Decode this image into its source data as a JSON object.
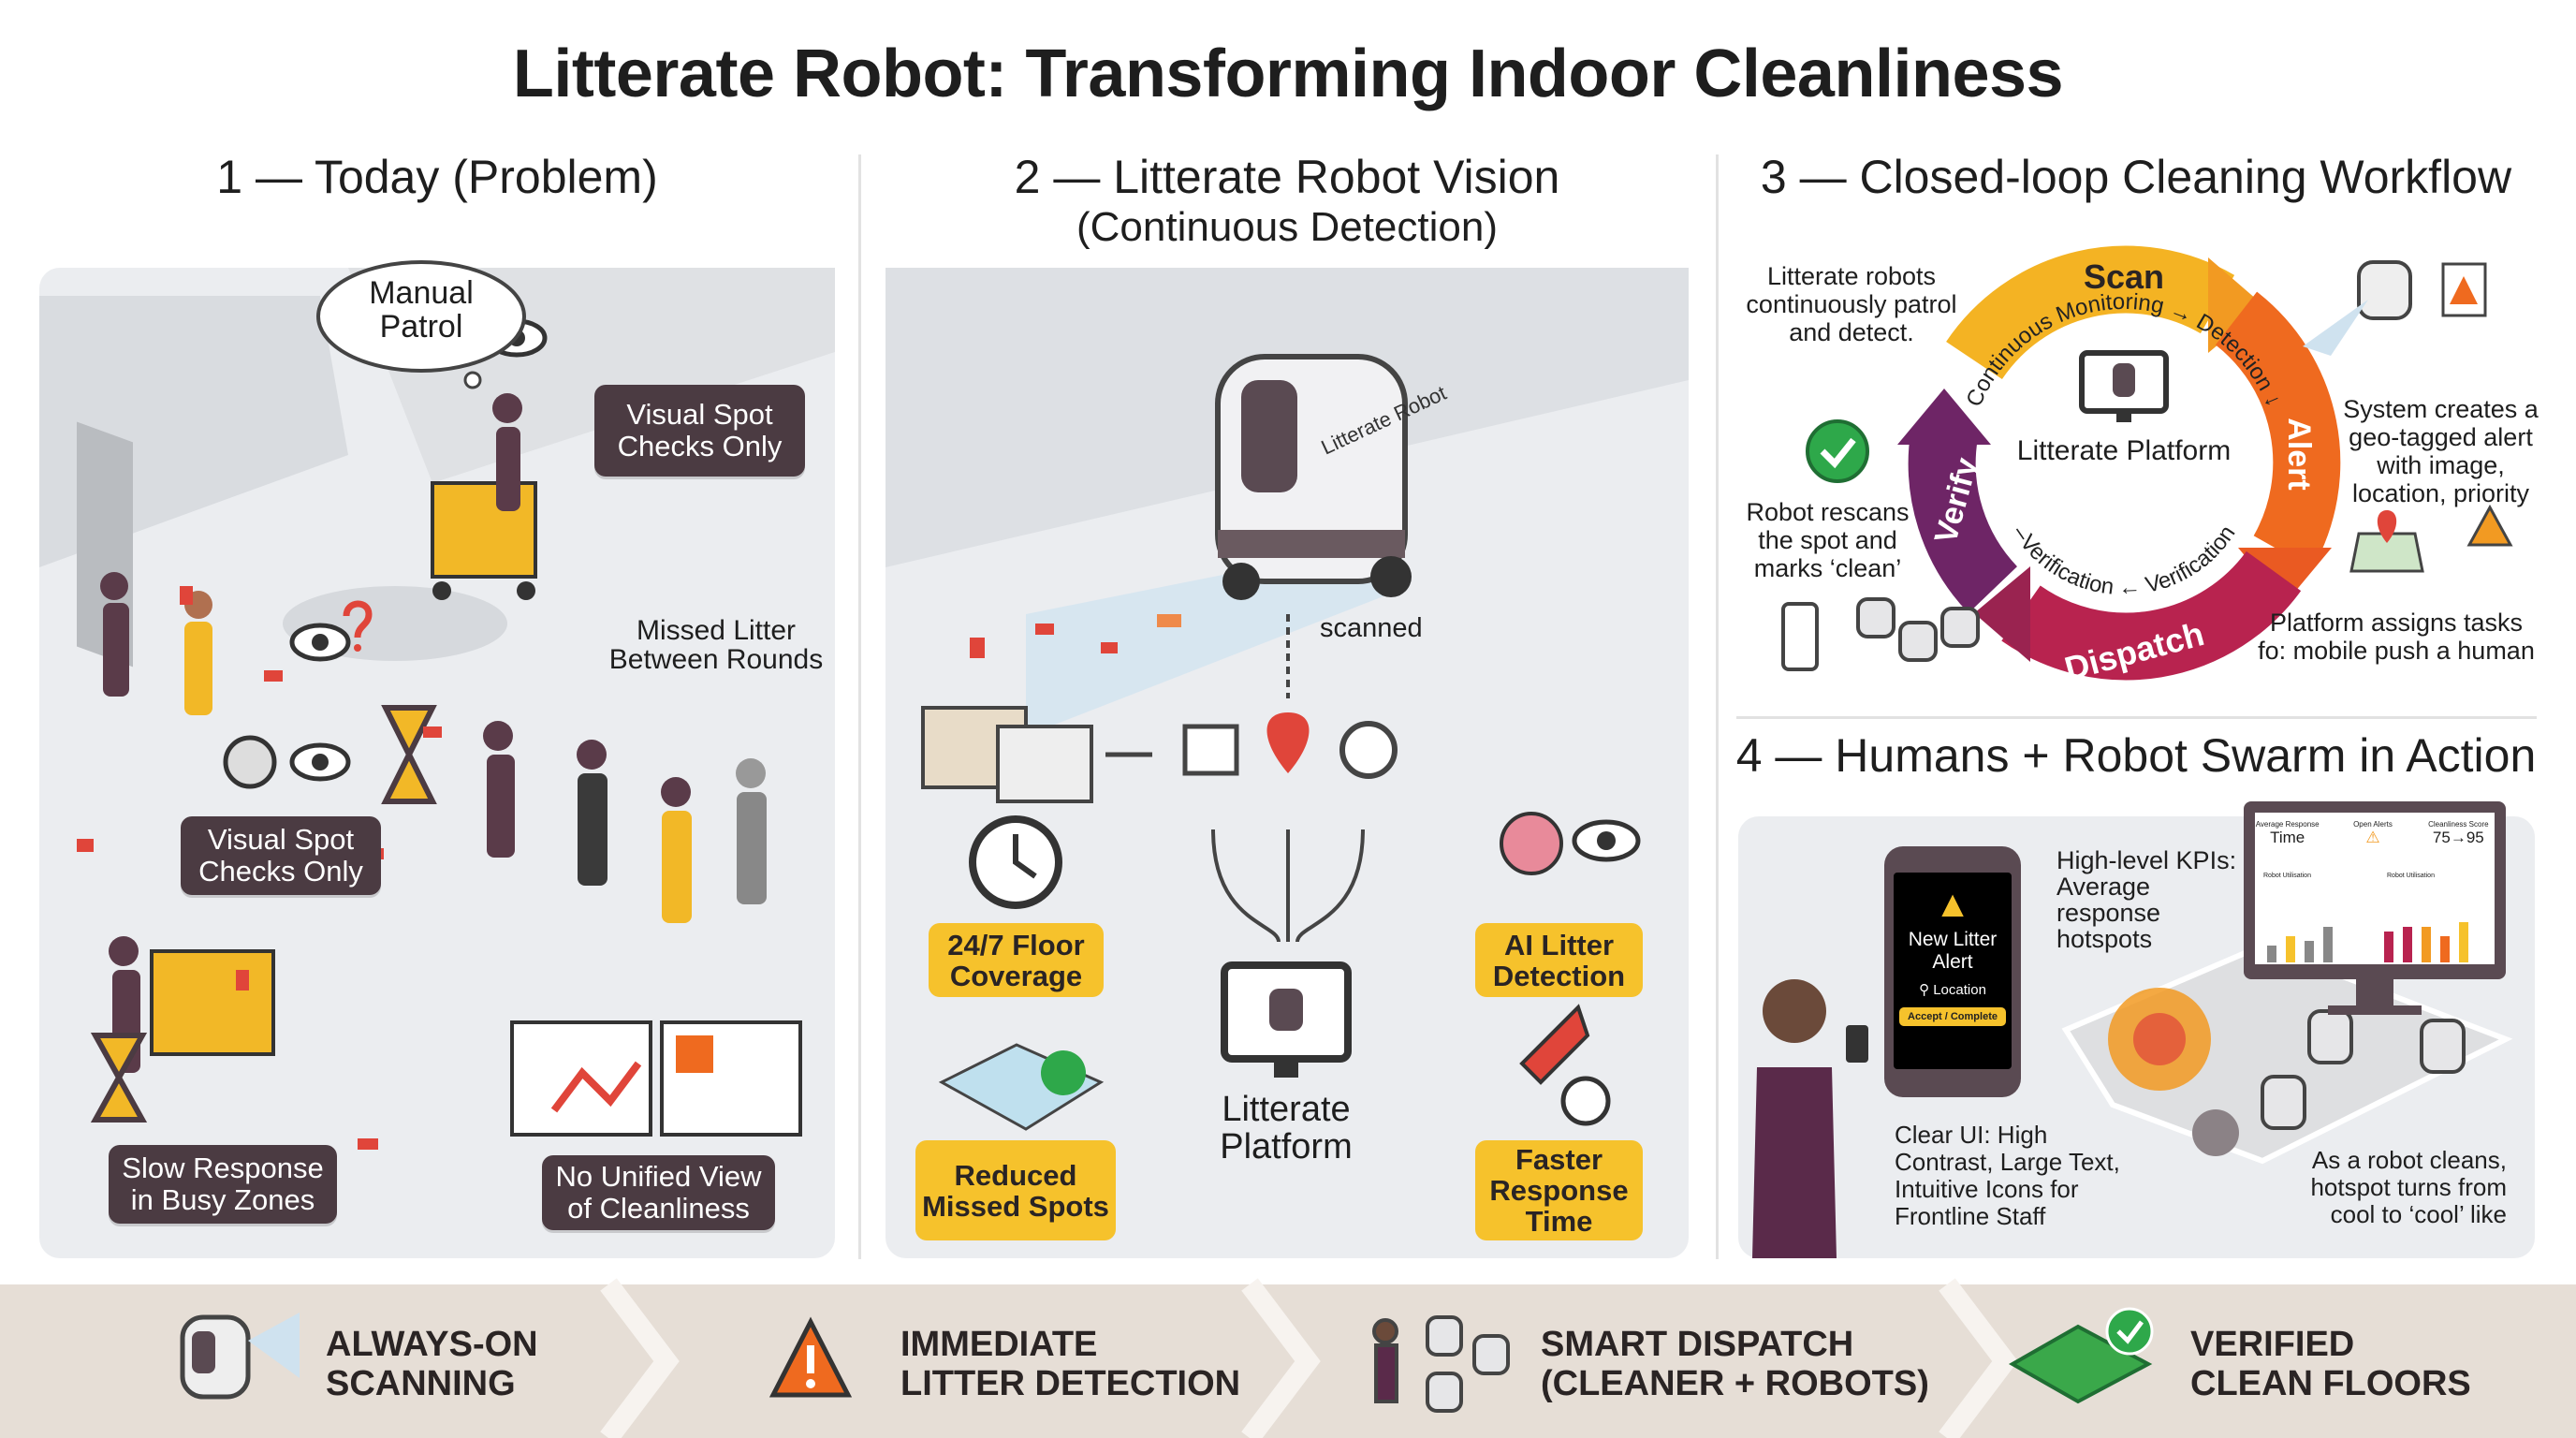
{
  "title": "Litterate Robot: Transforming Indoor Cleanliness",
  "col1": {
    "heading": "1 — Today (Problem)",
    "cloud": "Manual Patrol",
    "labels": [
      "Visual Spot Checks Only",
      "Missed Litter Between Rounds",
      "Visual Spot Checks Only",
      "Slow Response in Busy Zones",
      "No Unified View of Cleanliness"
    ]
  },
  "col2": {
    "heading_line1": "2 — Litterate Robot Vision",
    "heading_line2": "(Continuous Detection)",
    "robot_label": "Litterate Robot",
    "scanned": "scanned",
    "coverage": "24/7 Floor Coverage",
    "ai": "AI Litter Detection",
    "platform": "Litterate Platform",
    "reduced": "Reduced Missed Spots",
    "faster": "Faster Response Time"
  },
  "col3": {
    "heading": "3 — Closed-loop Cleaning Workflow",
    "stages": {
      "scan": "Scan",
      "alert": "Alert",
      "dispatch": "Dispatch",
      "verify": "Verify"
    },
    "inner_top": "Continuous Monitoring → Detection ↓",
    "inner_bottom": "–Verification ← Verification",
    "center": "Litterate Platform",
    "notes": {
      "scan": "Litterate robots continuously patrol and detect.",
      "alert": "System creates a geo-tagged alert with image, location, priority",
      "verify": "Robot rescans the spot and marks ‘clean’",
      "dispatch": "Platform assigns tasks fo: mobile push a human"
    },
    "colors": {
      "scan": "#f4b323",
      "alert": "#ef6a1f",
      "dispatch": "#b8234f",
      "verify": "#6e2566"
    }
  },
  "col4": {
    "heading": "4 — Humans + Robot Swarm in Action",
    "phone": {
      "title": "New Litter Alert",
      "location": "Location",
      "button": "Accept / Complete"
    },
    "kpi_note": "High-level KPIs: Average response hotspots",
    "dashboard": {
      "kpis": [
        {
          "label": "Average Response",
          "value": "Time"
        },
        {
          "label": "Open Alerts",
          "value": "⚠"
        },
        {
          "label": "Cleanliness Score",
          "value": "75→95"
        }
      ],
      "charts": [
        "Robot Utilisation",
        "Robot Utilisation"
      ]
    },
    "ui_note": "Clear UI: High Contrast, Large Text, Intuitive Icons for Frontline Staff",
    "hotspot_note": "As a robot cleans, hotspot turns from cool to ‘cool’ like"
  },
  "bottom": [
    {
      "line1": "ALWAYS-ON",
      "line2": "SCANNING",
      "icon": "robot-icon"
    },
    {
      "line1": "IMMEDIATE",
      "line2": "LITTER DETECTION",
      "icon": "warning-icon"
    },
    {
      "line1": "SMART DISPATCH",
      "line2": "(CLEANER + ROBOTS)",
      "icon": "dispatch-icon"
    },
    {
      "line1": "VERIFIED",
      "line2": "CLEAN FLOORS",
      "icon": "check-floor-icon"
    }
  ],
  "colors": {
    "accent_yellow": "#f6c22c",
    "dark_label": "#4b3b42",
    "band": "#e6ded6"
  }
}
